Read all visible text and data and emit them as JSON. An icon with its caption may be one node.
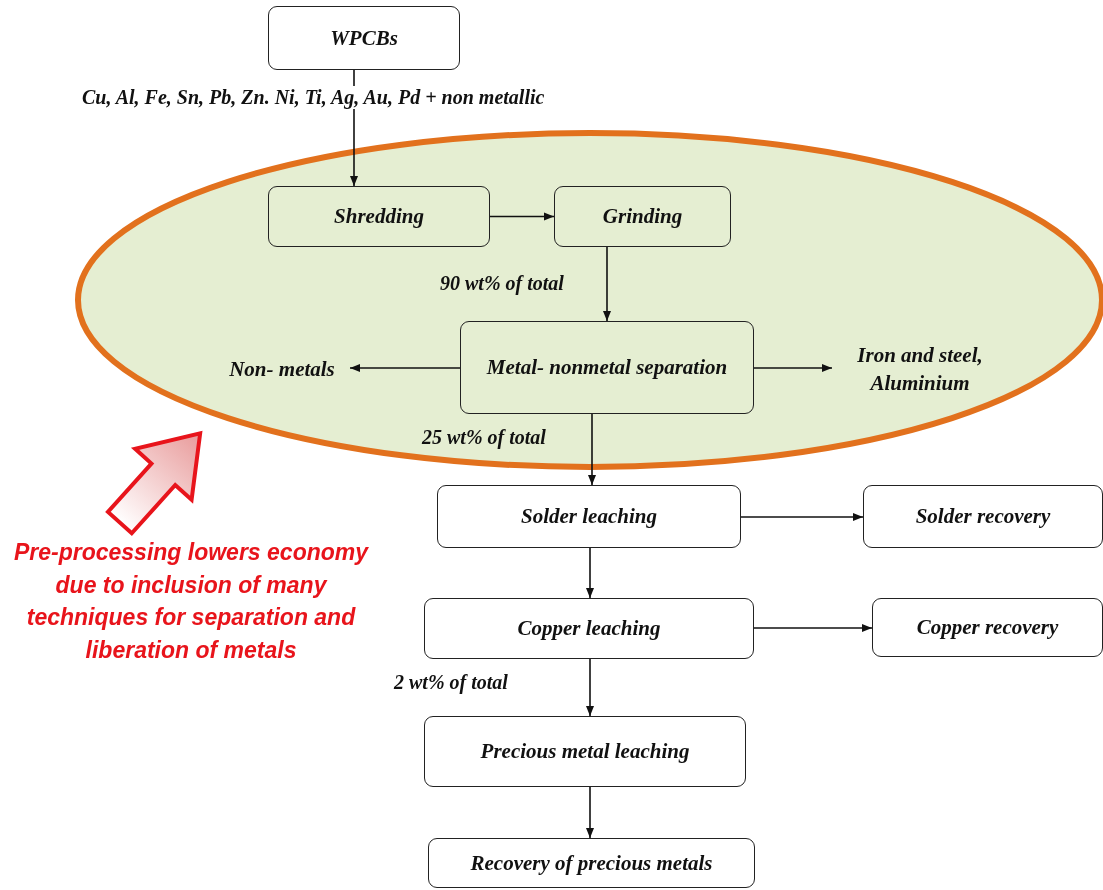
{
  "diagram": {
    "nodes": [
      {
        "text": [
          "WPCBs"
        ]
      },
      {
        "text": [
          "Shredding"
        ]
      },
      {
        "text": [
          "Grinding"
        ]
      },
      {
        "text": [
          "Metal- nonmetal separation"
        ]
      },
      {
        "text": [
          "Non- metals"
        ]
      },
      {
        "text": [
          "Iron and steel, Aluminium"
        ]
      },
      {
        "text": [
          "Solder leaching"
        ]
      },
      {
        "text": [
          "Solder recovery"
        ]
      },
      {
        "text": [
          "Copper leaching"
        ]
      },
      {
        "text": [
          "Copper recovery"
        ]
      },
      {
        "text": [
          "Precious metal leaching"
        ]
      },
      {
        "text": [
          "Recovery of precious metals"
        ]
      }
    ],
    "edges": [
      {
        "from": 0,
        "to": 1,
        "arrow": "to",
        "label": "Cu, Al, Fe, Sn, Pb, Zn. Ni, Ti, Ag, Au, Pd + non metallic"
      },
      {
        "from": 1,
        "to": 2,
        "arrow": "to"
      },
      {
        "from": 2,
        "to": 3,
        "arrow": "to",
        "label": "90 wt% of total"
      },
      {
        "from": 3,
        "to": 4,
        "arrow": "to"
      },
      {
        "from": 3,
        "to": 5,
        "arrow": "to"
      },
      {
        "from": 3,
        "to": 6,
        "arrow": "to",
        "label": "25 wt% of total"
      },
      {
        "from": 6,
        "to": 7,
        "arrow": "to"
      },
      {
        "from": 6,
        "to": 8,
        "arrow": "to"
      },
      {
        "from": 8,
        "to": 9,
        "arrow": "to"
      },
      {
        "from": 8,
        "to": 10,
        "arrow": "to",
        "label": "2 wt% of total"
      },
      {
        "from": 10,
        "to": 11,
        "arrow": "to"
      }
    ],
    "labels": [
      "Pre-processing lowers economy due to inclusion of many techniques for separation and liberation of metals"
    ]
  }
}
